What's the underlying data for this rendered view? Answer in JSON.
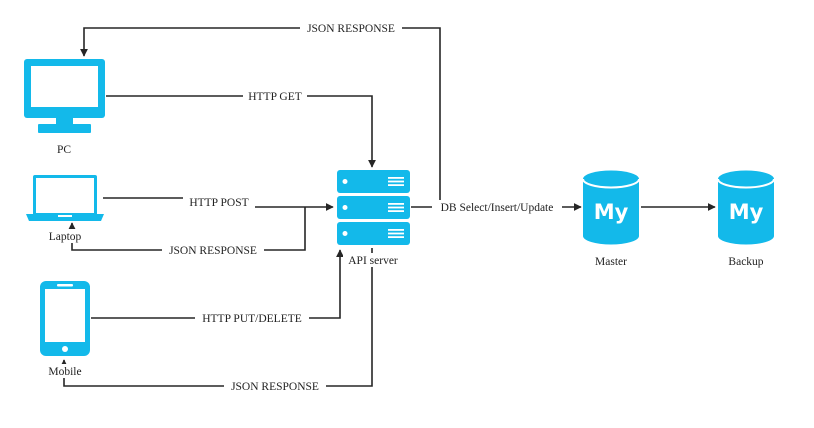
{
  "nodes": {
    "pc": {
      "label": "PC",
      "icon": "desktop-monitor-icon"
    },
    "laptop": {
      "label": "Laptop",
      "icon": "laptop-icon"
    },
    "mobile": {
      "label": "Mobile",
      "icon": "smartphone-icon"
    },
    "api_server": {
      "label": "API server",
      "icon": "server-rack-icon"
    },
    "master": {
      "label": "Master",
      "icon": "mysql-database-icon",
      "glyph": "My"
    },
    "backup": {
      "label": "Backup",
      "icon": "mysql-database-icon",
      "glyph": "My"
    }
  },
  "edges": {
    "pc_get": "HTTP GET",
    "pc_response": "JSON RESPONSE",
    "laptop_post": "HTTP POST",
    "laptop_response": "JSON RESPONSE",
    "mobile_put_delete": "HTTP PUT/DELETE",
    "mobile_response": "JSON RESPONSE",
    "db_query": "DB Select/Insert/Update"
  },
  "colors": {
    "icon": "#13b9ea",
    "line": "#262626",
    "text": "#222222",
    "background": "#ffffff"
  }
}
